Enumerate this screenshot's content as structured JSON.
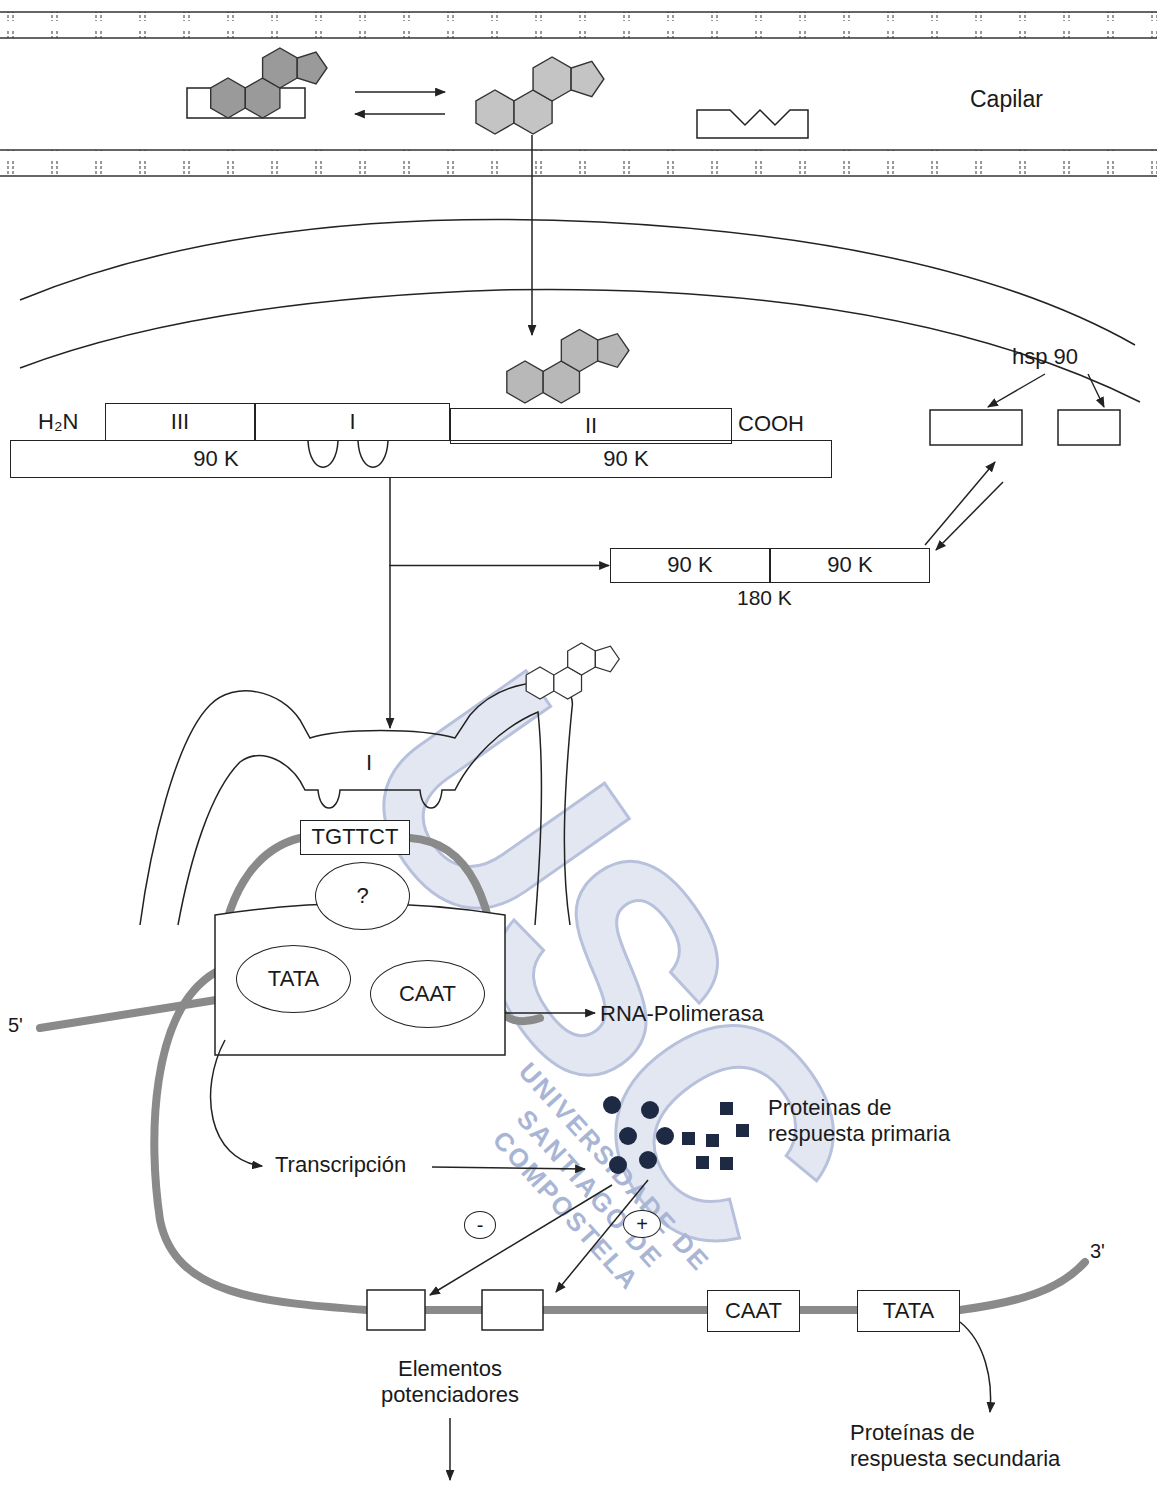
{
  "diagram": {
    "nodes": [
      {
        "text": [
          "III"
        ]
      },
      {
        "text": [
          "I"
        ]
      },
      {
        "text": [
          "II"
        ]
      },
      {
        "text": [
          "90 K",
          "90 K"
        ]
      },
      {
        "text": [
          "90 K"
        ]
      },
      {
        "text": [
          "90 K"
        ]
      },
      {
        "text": [
          "TGTTCT"
        ]
      },
      {
        "text": [
          "?"
        ]
      },
      {
        "text": [
          "TATA"
        ]
      },
      {
        "text": [
          "CAAT"
        ]
      },
      {
        "text": [
          "-"
        ]
      },
      {
        "text": [
          "+"
        ]
      },
      {
        "text": [
          "CAAT"
        ]
      },
      {
        "text": [
          "TATA"
        ]
      }
    ],
    "edges": [
      {
        "from": 3,
        "to": 4,
        "arrow": "to"
      }
    ],
    "labels": [
      "Capilar",
      "H₂N",
      "COOH",
      "hsp 90",
      "180 K",
      "I",
      "5'",
      "RNA-Polimerasa",
      "Proteinas de respuesta primaria",
      "Transcripción",
      "3'",
      "Elementos potenciadores",
      "Proteínas de respuesta secundaria",
      "USC",
      "UNIVERSIDADE DE SANTIAGO DE COMPOSTELA"
    ]
  }
}
